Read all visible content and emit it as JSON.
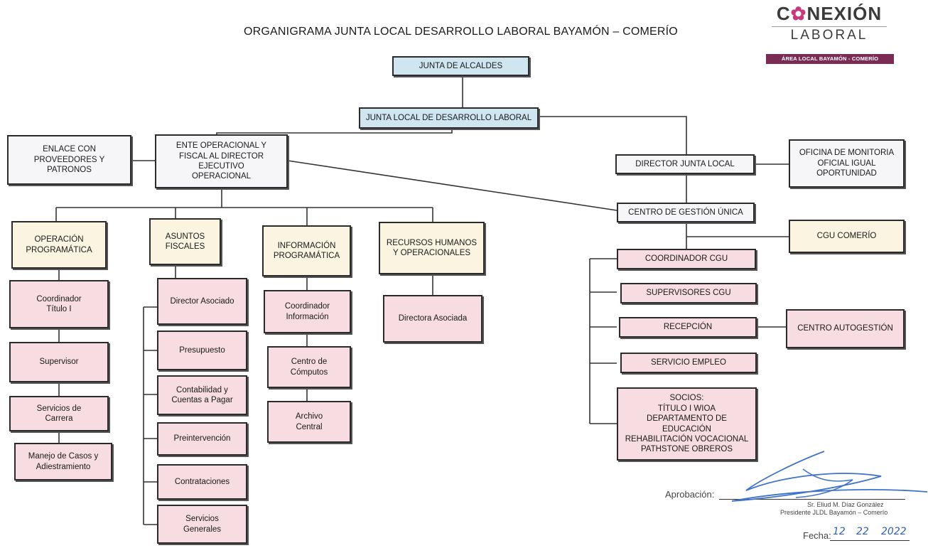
{
  "title": "ORGANIGRAMA JUNTA LOCAL DESARROLLO LABORAL BAYAMÓN – COMERÍO",
  "logo": {
    "brand_part1": "C",
    "brand_part2": "NEXIÓN",
    "sub": "LABORAL",
    "band": "ÁREA LOCAL BAYAMÓN - COMERÍO",
    "accent_color": "#c63a7d",
    "band_color": "#7a2c54"
  },
  "colors": {
    "governance": "#cfe6f1",
    "unit_header": "#fbf4e1",
    "position": "#f7dce2",
    "neutral": "#f6f6f8"
  },
  "nodes": {
    "junta_alcaldes": "JUNTA DE ALCALDES",
    "junta_local": "JUNTA LOCAL DE DESARROLLO LABORAL",
    "enlace": "ENLACE CON\nPROVEEDORES Y\nPATRONOS",
    "ente": "ENTE OPERACIONAL Y\nFISCAL AL DIRECTOR\nEJECUTIVO\nOPERACIONAL",
    "director_jl": "DIRECTOR JUNTA LOCAL",
    "monitoria": "OFICINA DE MONITORIA\nOFICIAL IGUAL\nOPORTUNIDAD",
    "centro_gestion": "CENTRO DE GESTIÓN ÚNICA",
    "cgu_comerio": "CGU COMERÍO",
    "operacion": "OPERACIÓN\nPROGRAMÁTICA",
    "coord_titulo": "Coordinador\nTítulo I",
    "supervisor": "Supervisor",
    "servicios_carrera": "Servicios de\nCarrera",
    "manejo_casos": "Manejo de Casos y\nAdiestramiento",
    "asuntos": "ASUNTOS\nFISCALES",
    "director_asociado": "Director Asociado",
    "presupuesto": "Presupuesto",
    "contabilidad": "Contabilidad y\nCuentas a Pagar",
    "preintervencion": "Preintervención",
    "contrataciones": "Contrataciones",
    "servicios_generales": "Servicios\nGenerales",
    "informacion": "INFORMACIÓN\nPROGRAMÁTICA",
    "coord_info": "Coordinador\nInformación",
    "centro_computos": "Centro de\nCómputos",
    "archivo": "Archivo\nCentral",
    "recursos": "RECURSOS HUMANOS\nY OPERACIONALES",
    "directora_asociada": "Directora Asociada",
    "coordinador_cgu": "COORDINADOR CGU",
    "supervisores_cgu": "SUPERVISORES CGU",
    "recepcion": "RECEPCIÓN",
    "centro_autogestion": "CENTRO AUTOGESTIÓN",
    "servicio_empleo": "SERVICIO EMPLEO",
    "socios": "SOCIOS:\nTÍTULO I WIOA\nDEPARTAMENTO DE\nEDUCACIÓN\nREHABILITACIÓN VOCACIONAL\nPATHSTONE OBREROS"
  },
  "approval": {
    "label": "Aprobación:",
    "signer_name": "Sr. Eliud M. Díaz González",
    "signer_title": "Presidente JLDL Bayamón – Comerío",
    "date_label": "Fecha:",
    "date_month": "12",
    "date_day": "22",
    "date_year": "2022"
  }
}
